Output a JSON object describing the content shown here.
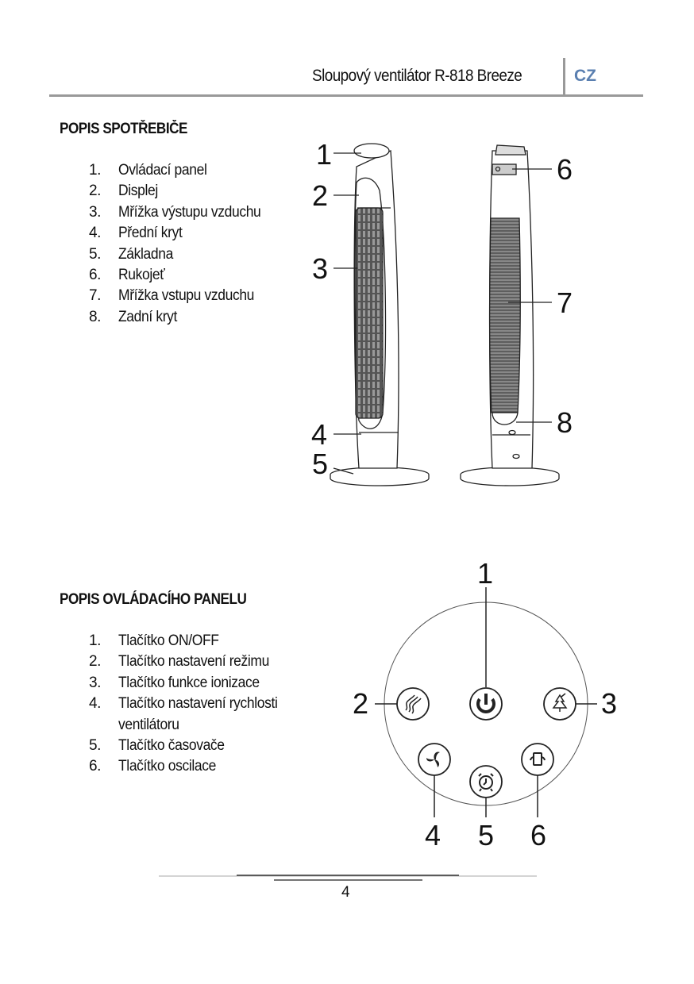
{
  "header": {
    "title": "Sloupový ventilátor R-818 Breeze",
    "lang": "CZ",
    "accent": "#5a7fb0"
  },
  "appliance": {
    "heading": "POPIS SPOTŘEBIČE",
    "items": [
      {
        "n": "1.",
        "t": "Ovládací panel"
      },
      {
        "n": "2.",
        "t": "Displej"
      },
      {
        "n": "3.",
        "t": "Mřížka výstupu vzduchu"
      },
      {
        "n": "4.",
        "t": "Přední kryt"
      },
      {
        "n": "5.",
        "t": "Základna"
      },
      {
        "n": "6.",
        "t": "Rukojeť"
      },
      {
        "n": "7.",
        "t": "Mřížka vstupu vzduchu"
      },
      {
        "n": "8.",
        "t": "Zadní kryt"
      }
    ],
    "callouts": [
      "1",
      "2",
      "3",
      "4",
      "5",
      "6",
      "7",
      "8"
    ]
  },
  "panel": {
    "heading": "POPIS OVLÁDACÍHO PANELU",
    "items": [
      {
        "n": "1.",
        "t": "Tlačítko ON/OFF"
      },
      {
        "n": "2.",
        "t": "Tlačítko nastavení režimu"
      },
      {
        "n": "3.",
        "t": "Tlačítko funkce ionizace"
      },
      {
        "n": "4.",
        "t": "Tlačítko nastavení rychlosti",
        "t2": "ventilátoru"
      },
      {
        "n": "5.",
        "t": "Tlačítko časovače"
      },
      {
        "n": "6.",
        "t": "Tlačítko oscilace"
      }
    ],
    "callouts": [
      "1",
      "2",
      "3",
      "4",
      "5",
      "6"
    ]
  },
  "footer": {
    "page": "4"
  }
}
